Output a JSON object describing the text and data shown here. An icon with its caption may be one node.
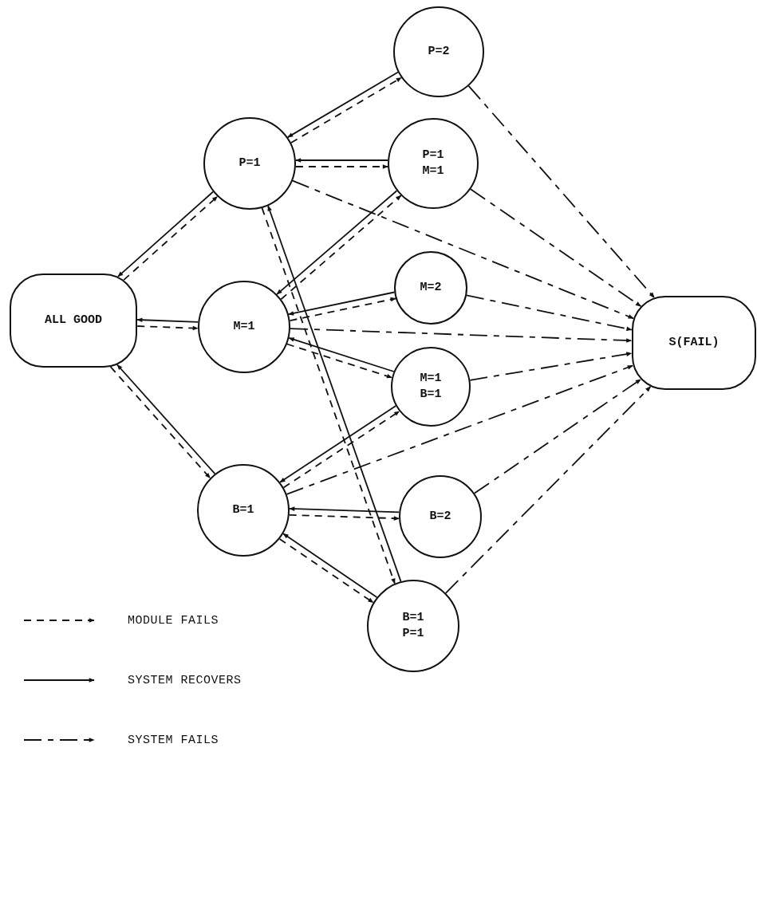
{
  "diagram": {
    "nodes": [
      {
        "text": [
          "ALL GOOD"
        ]
      },
      {
        "text": [
          "P=1"
        ]
      },
      {
        "text": [
          "M=1"
        ]
      },
      {
        "text": [
          "B=1"
        ]
      },
      {
        "text": [
          "P=2"
        ]
      },
      {
        "text": [
          "P=1 M=1"
        ]
      },
      {
        "text": [
          "M=2"
        ]
      },
      {
        "text": [
          "M=1 B=1"
        ]
      },
      {
        "text": [
          "B=2"
        ]
      },
      {
        "text": [
          "B=1 P=1"
        ]
      },
      {
        "text": [
          "S(FAIL)"
        ]
      }
    ],
    "edges": [
      {
        "from": 0,
        "to": 1,
        "arrow": "to",
        "style": "dashed"
      },
      {
        "from": 1,
        "to": 0,
        "arrow": "to"
      },
      {
        "from": 0,
        "to": 2,
        "arrow": "to",
        "style": "dashed"
      },
      {
        "from": 2,
        "to": 0,
        "arrow": "to"
      },
      {
        "from": 0,
        "to": 3,
        "arrow": "to",
        "style": "dashed"
      },
      {
        "from": 3,
        "to": 0,
        "arrow": "to"
      },
      {
        "from": 1,
        "to": 4,
        "arrow": "to",
        "style": "dashed"
      },
      {
        "from": 4,
        "to": 1,
        "arrow": "to"
      },
      {
        "from": 1,
        "to": 5,
        "arrow": "to",
        "style": "dashed"
      },
      {
        "from": 5,
        "to": 1,
        "arrow": "to"
      },
      {
        "from": 2,
        "to": 5,
        "arrow": "to",
        "style": "dashed"
      },
      {
        "from": 5,
        "to": 2,
        "arrow": "to"
      },
      {
        "from": 2,
        "to": 6,
        "arrow": "to",
        "style": "dashed"
      },
      {
        "from": 6,
        "to": 2,
        "arrow": "to"
      },
      {
        "from": 2,
        "to": 7,
        "arrow": "to",
        "style": "dashed"
      },
      {
        "from": 7,
        "to": 2,
        "arrow": "to"
      },
      {
        "from": 3,
        "to": 7,
        "arrow": "to",
        "style": "dashed"
      },
      {
        "from": 7,
        "to": 3,
        "arrow": "to"
      },
      {
        "from": 3,
        "to": 8,
        "arrow": "to",
        "style": "dashed"
      },
      {
        "from": 8,
        "to": 3,
        "arrow": "to"
      },
      {
        "from": 3,
        "to": 9,
        "arrow": "to",
        "style": "dashed"
      },
      {
        "from": 9,
        "to": 3,
        "arrow": "to"
      },
      {
        "from": 1,
        "to": 9,
        "arrow": "to",
        "style": "dashed"
      },
      {
        "from": 9,
        "to": 1,
        "arrow": "to"
      },
      {
        "from": 1,
        "to": 10,
        "arrow": "to",
        "style": "dashed"
      },
      {
        "from": 2,
        "to": 10,
        "arrow": "to",
        "style": "dashed"
      },
      {
        "from": 3,
        "to": 10,
        "arrow": "to",
        "style": "dashed"
      },
      {
        "from": 4,
        "to": 10,
        "arrow": "to",
        "style": "dashed"
      },
      {
        "from": 5,
        "to": 10,
        "arrow": "to",
        "style": "dashed"
      },
      {
        "from": 6,
        "to": 10,
        "arrow": "to",
        "style": "dashed"
      },
      {
        "from": 7,
        "to": 10,
        "arrow": "to",
        "style": "dashed"
      },
      {
        "from": 8,
        "to": 10,
        "arrow": "to",
        "style": "dashed"
      },
      {
        "from": 9,
        "to": 10,
        "arrow": "to",
        "style": "dashed"
      }
    ],
    "legend": [
      {
        "text": "MODULE FAILS"
      },
      {
        "text": "SYSTEM RECOVERS"
      },
      {
        "text": "SYSTEM FAILS"
      }
    ]
  }
}
